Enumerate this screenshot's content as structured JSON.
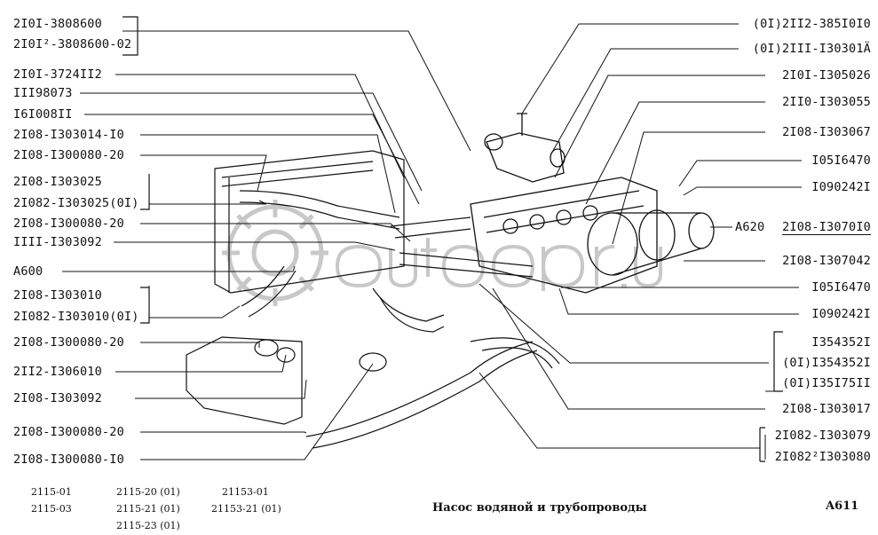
{
  "labels_left": [
    "2I0I-3808600",
    "2I0I²-3808600-02",
    "2I0I-3724II2",
    "III98073",
    "I6I008II",
    "2I08-I303014-I0",
    "2I08-I300080-20",
    "2I08-I303025",
    "2I082-I303025(0I)",
    "2I08-I300080-20",
    "IIII-I303092",
    "A600",
    "2I08-I303010",
    "2I082-I303010(0I)",
    "2I08-I300080-20",
    "2II2-I306010",
    "2I08-I303092",
    "2I08-I300080-20",
    "2I08-I300080-I0"
  ],
  "labels_right": [
    "(0I)2II2-385I0I0",
    "(0I)2III-I30301Ä",
    "2I0I-I305026",
    "2II0-I303055",
    "2I08-I303067",
    "I05I6470",
    "I090242I",
    "A620",
    "2I08-I3070I0",
    "2I08-I307042",
    "I05I6470",
    "I090242I",
    "I354352I",
    "(0I)I354352I",
    "(0I)I35I75II",
    "2I08-I303017",
    "2I082-I303079",
    "2I082²I303080"
  ],
  "footer": {
    "models_col1": [
      "2115-01",
      "2115-03"
    ],
    "models_col2": [
      "2115-20 (01)",
      "2115-21 (01)",
      "2115-23 (01)"
    ],
    "models_col3": [
      "21153-01",
      "21153-21 (01)"
    ],
    "caption": "Насос водяной и трубопроводы",
    "page_id": "A611"
  },
  "watermark": "autoopt.ru",
  "colors": {
    "ink": "#111111",
    "background": "#ffffff",
    "watermark": "#c8c8c8"
  }
}
